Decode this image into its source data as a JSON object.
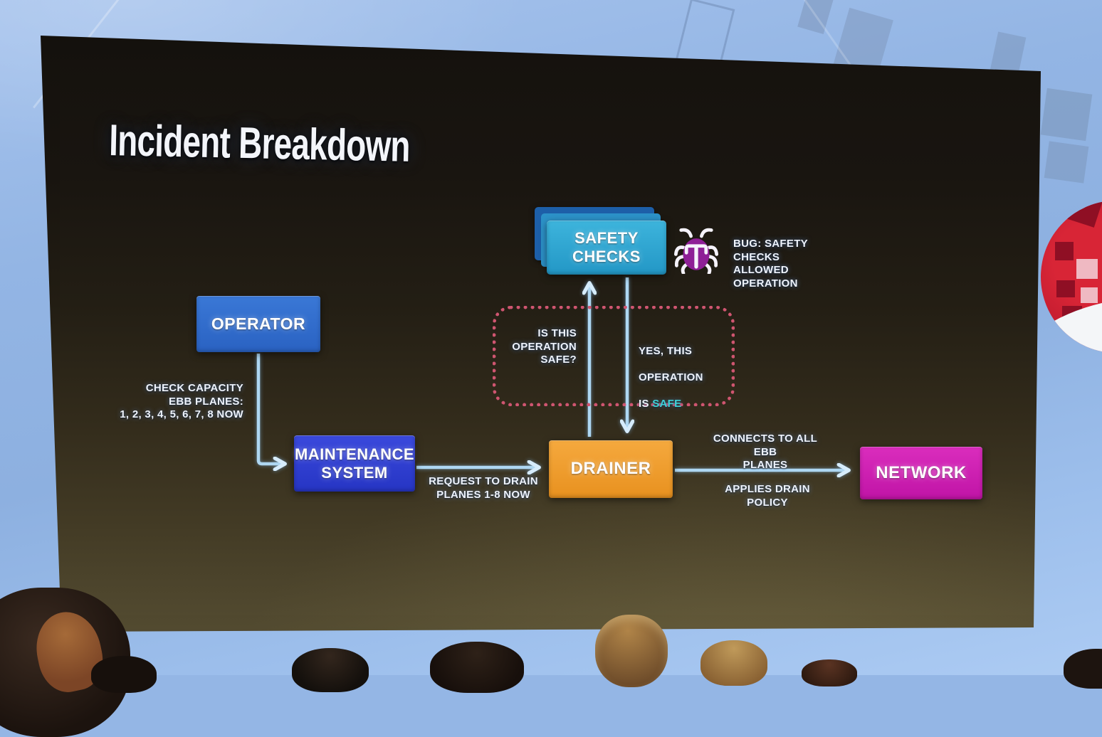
{
  "slide": {
    "title": "Incident Breakdown",
    "nodes": {
      "operator": "OPERATOR",
      "maintenance": "MAINTENANCE\nSYSTEM",
      "safety": "SAFETY\nCHECKS",
      "drainer": "DRAINER",
      "network": "NETWORK"
    },
    "annotations": {
      "check_capacity": "CHECK CAPACITY\nEBB PLANES:\n1, 2, 3, 4, 5, 6, 7, 8 NOW",
      "request_drain": "REQUEST TO DRAIN\nPLANES 1-8 NOW",
      "connects_planes": "CONNECTS TO ALL EBB\nPLANES",
      "applies_policy": "APPLIES DRAIN POLICY",
      "question": "IS THIS\nOPERATION\nSAFE?",
      "answer_line1": "YES, THIS",
      "answer_line2": "OPERATION",
      "answer_is": "IS ",
      "answer_safe": "SAFE",
      "bug_note": "BUG: SAFETY CHECKS\nALLOWED OPERATION"
    },
    "colors": {
      "operator_box": "#2e6bca",
      "maintenance_box": "#2e3ed0",
      "safety_box_front": "#2aa7d6",
      "safety_box_back": "#1d5fa8",
      "drainer_box": "#f09c2e",
      "network_box": "#d11cb5",
      "arrow": "#aed7f2",
      "dashed_border": "#cf5570",
      "safe_highlight": "#3fd2da",
      "bug_body": "#8e1f96",
      "slide_background": "#1a160f",
      "wall_background": "#94b6e5"
    }
  }
}
